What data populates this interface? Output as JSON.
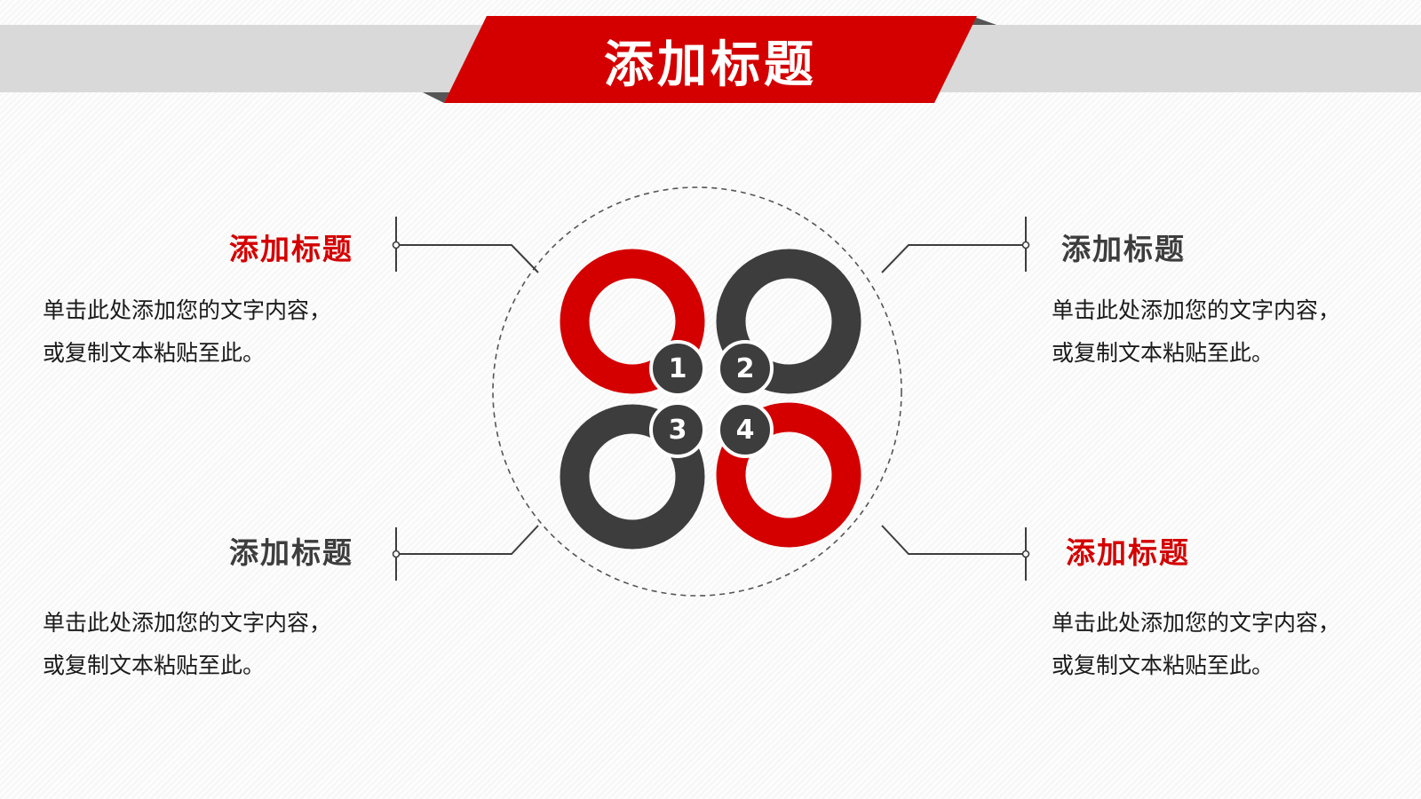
{
  "header": {
    "title": "添加标题",
    "band_color": "#d9d9d9",
    "banner_color": "#d40000",
    "fold_color": "#555555"
  },
  "diagram": {
    "dashed_circle": {
      "stroke": "#555555"
    },
    "rings": [
      {
        "number": "1",
        "color": "#d40000"
      },
      {
        "number": "2",
        "color": "#3d3d3d"
      },
      {
        "number": "3",
        "color": "#3d3d3d"
      },
      {
        "number": "4",
        "color": "#d40000"
      }
    ],
    "badge_color": "#3d3d3d"
  },
  "items": [
    {
      "position": "top-left",
      "title": "添加标题",
      "title_color": "#d40000",
      "desc_line1": "单击此处添加您的文字内容，",
      "desc_line2": "或复制文本粘贴至此。"
    },
    {
      "position": "top-right",
      "title": "添加标题",
      "title_color": "#3d3d3d",
      "desc_line1": "单击此处添加您的文字内容，",
      "desc_line2": "或复制文本粘贴至此。"
    },
    {
      "position": "bottom-left",
      "title": "添加标题",
      "title_color": "#3d3d3d",
      "desc_line1": "单击此处添加您的文字内容，",
      "desc_line2": "或复制文本粘贴至此。"
    },
    {
      "position": "bottom-right",
      "title": "添加标题",
      "title_color": "#d40000",
      "desc_line1": "单击此处添加您的文字内容，",
      "desc_line2": "或复制文本粘贴至此。"
    }
  ]
}
